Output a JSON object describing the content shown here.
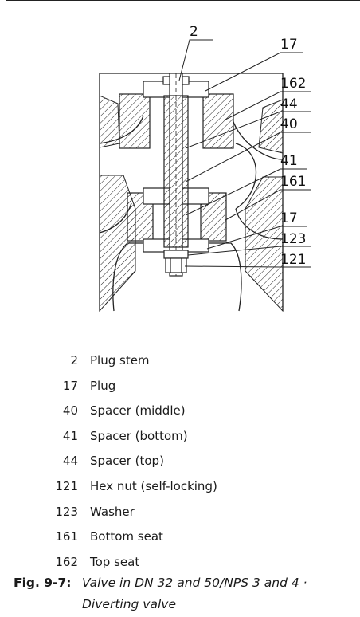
{
  "drawing": {
    "callouts": [
      "2",
      "17",
      "162",
      "44",
      "40",
      "41",
      "161",
      "17",
      "123",
      "121"
    ]
  },
  "legend": [
    {
      "num": "2",
      "text": "Plug stem"
    },
    {
      "num": "17",
      "text": "Plug"
    },
    {
      "num": "40",
      "text": "Spacer (middle)"
    },
    {
      "num": "41",
      "text": "Spacer (bottom)"
    },
    {
      "num": "44",
      "text": "Spacer (top)"
    },
    {
      "num": "121",
      "text": "Hex nut (self-locking)"
    },
    {
      "num": "123",
      "text": "Washer"
    },
    {
      "num": "161",
      "text": "Bottom seat"
    },
    {
      "num": "162",
      "text": "Top seat"
    }
  ],
  "caption": {
    "label": "Fig. 9-7:",
    "text": "Valve in DN 32 and 50/NPS 3 and 4 · Diverting valve"
  }
}
